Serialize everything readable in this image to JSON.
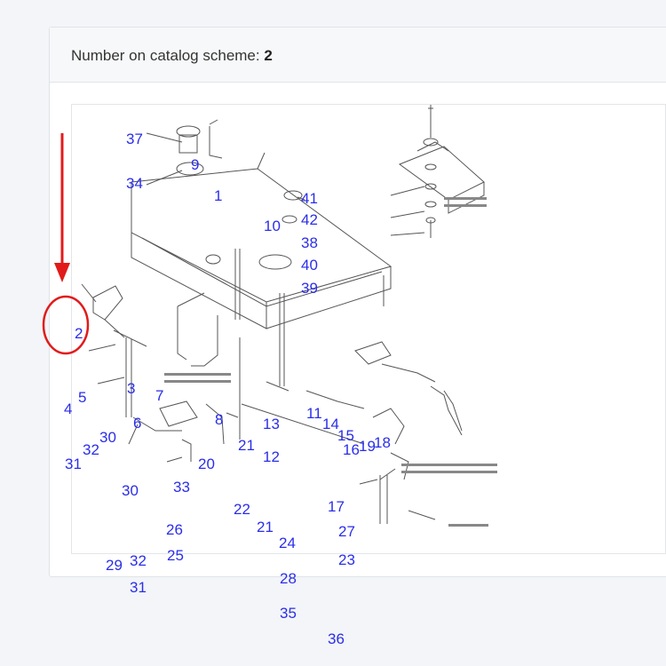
{
  "panel": {
    "title_label": "Number on catalog scheme: ",
    "title_value": "2"
  },
  "diagram": {
    "callouts": [
      {
        "id": "c37",
        "text": "37"
      },
      {
        "id": "c9",
        "text": "9"
      },
      {
        "id": "c34",
        "text": "34"
      },
      {
        "id": "c1",
        "text": "1"
      },
      {
        "id": "c41",
        "text": "41"
      },
      {
        "id": "c42",
        "text": "42"
      },
      {
        "id": "c10",
        "text": "10"
      },
      {
        "id": "c38",
        "text": "38"
      },
      {
        "id": "c40",
        "text": "40"
      },
      {
        "id": "c39",
        "text": "39"
      },
      {
        "id": "c2",
        "text": "2"
      },
      {
        "id": "c3",
        "text": "3"
      },
      {
        "id": "c7",
        "text": "7"
      },
      {
        "id": "c5",
        "text": "5"
      },
      {
        "id": "c4",
        "text": "4"
      },
      {
        "id": "c6",
        "text": "6"
      },
      {
        "id": "c8",
        "text": "8"
      },
      {
        "id": "c13",
        "text": "13"
      },
      {
        "id": "c11",
        "text": "11"
      },
      {
        "id": "c14",
        "text": "14"
      },
      {
        "id": "c15",
        "text": "15"
      },
      {
        "id": "c16",
        "text": "16"
      },
      {
        "id": "c19",
        "text": "19"
      },
      {
        "id": "c18",
        "text": "18"
      },
      {
        "id": "c30a",
        "text": "30"
      },
      {
        "id": "c32a",
        "text": "32"
      },
      {
        "id": "c31a",
        "text": "31"
      },
      {
        "id": "c21a",
        "text": "21"
      },
      {
        "id": "c12",
        "text": "12"
      },
      {
        "id": "c20",
        "text": "20"
      },
      {
        "id": "c30b",
        "text": "30"
      },
      {
        "id": "c33",
        "text": "33"
      },
      {
        "id": "c17",
        "text": "17"
      },
      {
        "id": "c22",
        "text": "22"
      },
      {
        "id": "c21b",
        "text": "21"
      },
      {
        "id": "c26",
        "text": "26"
      },
      {
        "id": "c27",
        "text": "27"
      },
      {
        "id": "c24",
        "text": "24"
      },
      {
        "id": "c29",
        "text": "29"
      },
      {
        "id": "c32b",
        "text": "32"
      },
      {
        "id": "c25",
        "text": "25"
      },
      {
        "id": "c23",
        "text": "23"
      },
      {
        "id": "c31b",
        "text": "31"
      },
      {
        "id": "c28",
        "text": "28"
      },
      {
        "id": "c35",
        "text": "35"
      },
      {
        "id": "c36",
        "text": "36"
      }
    ],
    "marker_color": "#e11b1b",
    "callout_color": "#2a2ee8"
  }
}
